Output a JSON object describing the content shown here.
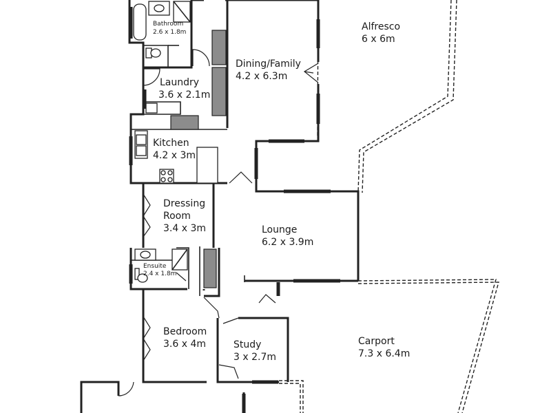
{
  "rooms": {
    "alfresco": {
      "name": "Alfresco",
      "dims": "6 x 6m"
    },
    "bathroom": {
      "name": "Bathroom",
      "dims": "2.6 x 1.8m"
    },
    "dining": {
      "name": "Dining/Family",
      "dims": "4.2 x 6.3m"
    },
    "laundry": {
      "name": "Laundry",
      "dims": "3.6 x 2.1m"
    },
    "kitchen": {
      "name": "Kitchen",
      "dims": "4.2 x 3m"
    },
    "dressing": {
      "name_line1": "Dressing",
      "name_line2": "Room",
      "dims": "3.4 x 3m"
    },
    "lounge": {
      "name": "Lounge",
      "dims": "6.2 x 3.9m"
    },
    "ensuite": {
      "name": "Ensuite",
      "dims": "2.4 x 1.8m"
    },
    "bedroom": {
      "name": "Bedroom",
      "dims": "3.6 x 4m"
    },
    "study": {
      "name": "Study",
      "dims": "3 x 2.7m"
    },
    "carport": {
      "name": "Carport",
      "dims": "7.3 x 6.4m"
    }
  }
}
